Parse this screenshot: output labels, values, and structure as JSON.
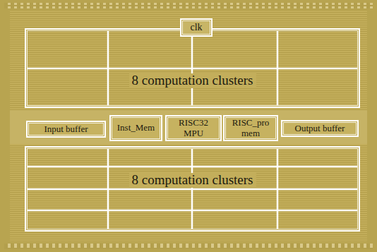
{
  "diagram": {
    "nodes": [
      {
        "text": [
          "clk"
        ]
      },
      {
        "text": [
          "8 computation clusters"
        ]
      },
      {
        "text": [
          "Input buffer"
        ]
      },
      {
        "text": [
          "Inst_Mem"
        ]
      },
      {
        "text": [
          "RISC32 MPU"
        ]
      },
      {
        "text": [
          "RISC_pro mem"
        ]
      },
      {
        "text": [
          "Output buffer"
        ]
      },
      {
        "text": [
          "8 computation clusters"
        ]
      }
    ]
  }
}
